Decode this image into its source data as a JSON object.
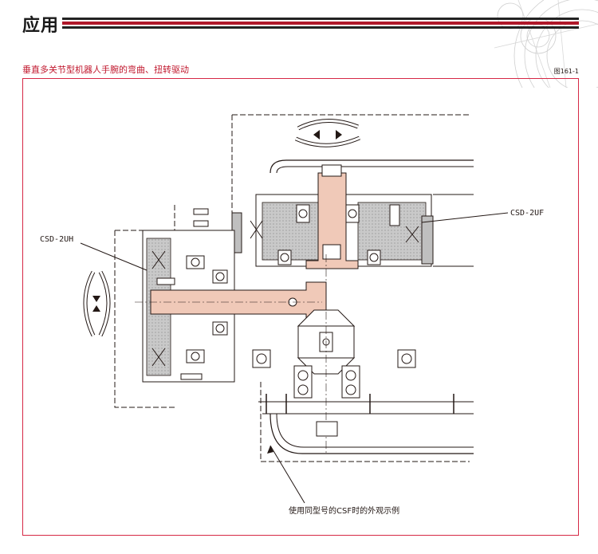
{
  "header": {
    "title": "应用",
    "subtitle": "垂直多关节型机器人手腕的弯曲、扭转驱动",
    "figure_number": "图161-1"
  },
  "diagram": {
    "callouts": {
      "left_unit": "CSD-2UH",
      "right_unit": "CSD-2UF",
      "note": "使用同型号的CSF时的外观示例"
    }
  },
  "colors": {
    "accent_red": "#b0182a",
    "frame_red": "#d62845",
    "shaft_fill": "#f0c9b8",
    "line": "#231815"
  }
}
